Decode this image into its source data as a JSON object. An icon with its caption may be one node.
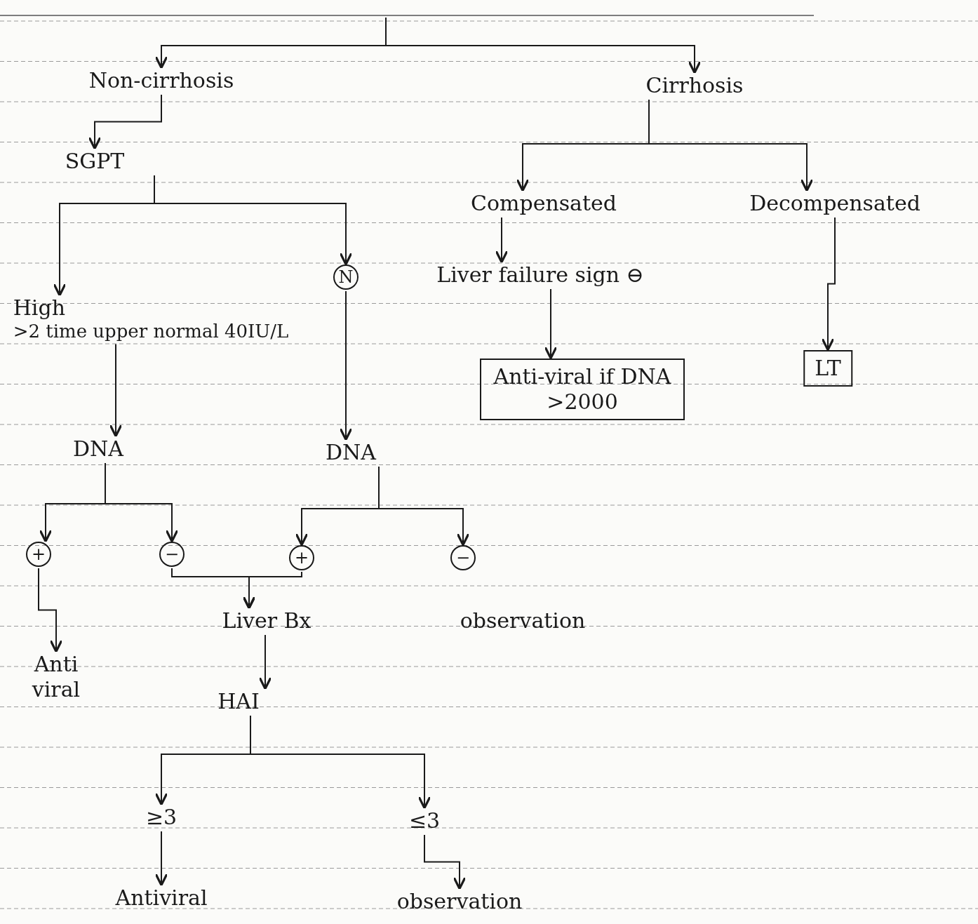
{
  "diagram": {
    "nodes": [
      {
        "text": [
          "Non-cirrhosis"
        ]
      },
      {
        "text": [
          "Cirrhosis"
        ]
      },
      {
        "text": [
          "SGPT"
        ]
      },
      {
        "text": [
          "Compensated"
        ]
      },
      {
        "text": [
          "Decompensated"
        ]
      },
      {
        "text": [
          "High",
          ">2 time upper normal 40IU/L"
        ]
      },
      {
        "text": [
          "N"
        ]
      },
      {
        "text": [
          "Liver failure sign ⊖"
        ]
      },
      {
        "text": [
          "Anti-viral if DNA >2000"
        ]
      },
      {
        "text": [
          "LT"
        ]
      },
      {
        "text": [
          "DNA"
        ]
      },
      {
        "text": [
          "DNA"
        ]
      },
      {
        "text": [
          "+"
        ]
      },
      {
        "text": [
          "−"
        ]
      },
      {
        "text": [
          "+"
        ]
      },
      {
        "text": [
          "−"
        ]
      },
      {
        "text": [
          "Anti viral"
        ]
      },
      {
        "text": [
          "Liver Bx"
        ]
      },
      {
        "text": [
          "observation"
        ]
      },
      {
        "text": [
          "HAI"
        ]
      },
      {
        "text": [
          "≥3"
        ]
      },
      {
        "text": [
          "≤3"
        ]
      },
      {
        "text": [
          "Antiviral"
        ]
      },
      {
        "text": [
          "observation"
        ]
      }
    ],
    "edges": [
      {
        "from": null,
        "to": 0,
        "arrow": "to"
      },
      {
        "from": null,
        "to": 1,
        "arrow": "to"
      },
      {
        "from": 0,
        "to": 2,
        "arrow": "to"
      },
      {
        "from": 2,
        "to": 5,
        "arrow": "to"
      },
      {
        "from": 2,
        "to": 6,
        "arrow": "to"
      },
      {
        "from": 1,
        "to": 3,
        "arrow": "to"
      },
      {
        "from": 1,
        "to": 4,
        "arrow": "to"
      },
      {
        "from": 3,
        "to": 7,
        "arrow": "to"
      },
      {
        "from": 7,
        "to": 8,
        "arrow": "to"
      },
      {
        "from": 4,
        "to": 9,
        "arrow": "to"
      },
      {
        "from": 5,
        "to": 10,
        "arrow": "to"
      },
      {
        "from": 6,
        "to": 11,
        "arrow": "to"
      },
      {
        "from": 10,
        "to": 12,
        "arrow": "to"
      },
      {
        "from": 10,
        "to": 13,
        "arrow": "to"
      },
      {
        "from": 11,
        "to": 14,
        "arrow": "to"
      },
      {
        "from": 11,
        "to": 15,
        "arrow": "to"
      },
      {
        "from": 12,
        "to": 16,
        "arrow": "to"
      },
      {
        "from": 13,
        "to": 17,
        "arrow": "to"
      },
      {
        "from": 14,
        "to": 17,
        "arrow": "to"
      },
      {
        "from": 17,
        "to": 19,
        "arrow": "to"
      },
      {
        "from": 19,
        "to": 20,
        "arrow": "to"
      },
      {
        "from": 19,
        "to": 21,
        "arrow": "to"
      },
      {
        "from": 20,
        "to": 22,
        "arrow": "to"
      },
      {
        "from": 21,
        "to": 23,
        "arrow": "to"
      }
    ]
  }
}
